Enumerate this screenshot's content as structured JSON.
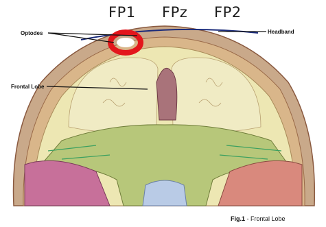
{
  "electrodes": {
    "fp1": "FP1",
    "fpz": "FPz",
    "fp2": "FP2"
  },
  "callouts": {
    "optodes": "Optodes",
    "headband": "Headband",
    "frontal_lobe": "Frontal Lobe"
  },
  "caption": {
    "figure_number": "Fig.1",
    "separator": " - ",
    "title": "Frontal Lobe"
  },
  "colors": {
    "background": "#ffffff",
    "skull_outer": "#d9b68a",
    "skull_inner": "#e8e0a8",
    "brain_area": "#ede7b3",
    "frontal_lobe_center": "#a9737a",
    "structure_green": "#b7c77a",
    "tissue_pink": "#c7709a",
    "tissue_salmon": "#d9897d",
    "vessel_blue": "#b9cbe6",
    "optode_ring": "#e3161c",
    "headband_line": "#1a2b7a"
  }
}
